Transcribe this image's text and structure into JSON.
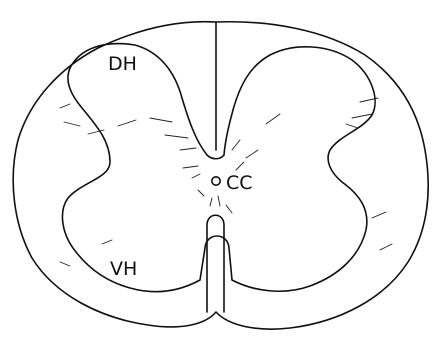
{
  "labels": {
    "dorsal_horn": "DH",
    "ventral_horn": "VH",
    "central_canal": "CC"
  },
  "colors": {
    "ink": "#111111",
    "background": "#ffffff"
  }
}
